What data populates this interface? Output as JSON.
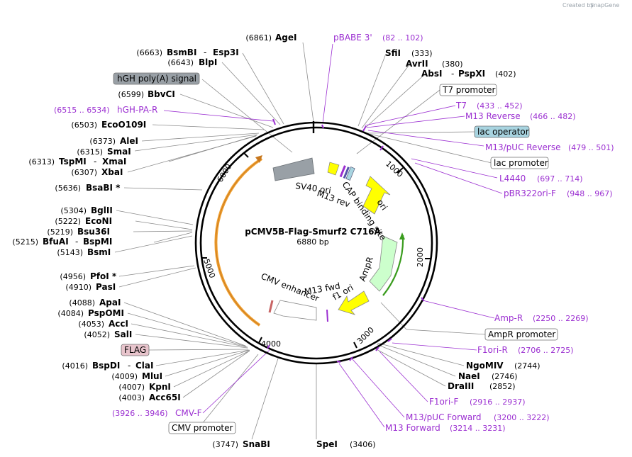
{
  "logo_text": "Created by",
  "logo_brand": "SnapGene",
  "plasmid": {
    "name": "pCMV5B-Flag-Smurf2 C716A",
    "size": "6880 bp"
  },
  "ticks": [
    "1000",
    "2000",
    "3000",
    "4000",
    "5000",
    "6000"
  ],
  "features": {
    "sv40_ori": "SV40 ori",
    "m13_rev": "M13 rev",
    "cap": "CAP binding site",
    "ori": "ori",
    "ampr": "AmpR",
    "f1_ori": "f1 ori",
    "m13_fwd": "M13 fwd",
    "cmv_enhancer": "CMV enhancer"
  },
  "left_sites": [
    {
      "pos": "(6861)",
      "name": "AgeI"
    },
    {
      "pos": "(6663)",
      "name": "BsmBI",
      "name2": "Esp3I"
    },
    {
      "pos": "(6643)",
      "name": "BlpI"
    },
    {
      "pos": "(6599)",
      "name": "BbvCI"
    },
    {
      "pos": "(6503)",
      "name": "EcoO109I"
    },
    {
      "pos": "(6373)",
      "name": "AleI"
    },
    {
      "pos": "(6315)",
      "name": "SmaI"
    },
    {
      "pos": "(6313)",
      "name": "TspMI",
      "name2": "XmaI"
    },
    {
      "pos": "(6307)",
      "name": "XbaI"
    },
    {
      "pos": "(5636)",
      "name": "BsaBI *"
    },
    {
      "pos": "(5304)",
      "name": "BglII"
    },
    {
      "pos": "(5222)",
      "name": "EcoNI"
    },
    {
      "pos": "(5219)",
      "name": "Bsu36I"
    },
    {
      "pos": "(5215)",
      "name": "BfuAI",
      "name2": "BspMI"
    },
    {
      "pos": "(5143)",
      "name": "BsmI"
    },
    {
      "pos": "(4956)",
      "name": "PfoI *"
    },
    {
      "pos": "(4910)",
      "name": "PasI"
    },
    {
      "pos": "(4088)",
      "name": "ApaI"
    },
    {
      "pos": "(4084)",
      "name": "PspOMI"
    },
    {
      "pos": "(4053)",
      "name": "AccI"
    },
    {
      "pos": "(4052)",
      "name": "SalI"
    },
    {
      "pos": "(4016)",
      "name": "BspDI",
      "name2": "ClaI"
    },
    {
      "pos": "(4009)",
      "name": "MluI"
    },
    {
      "pos": "(4007)",
      "name": "KpnI"
    },
    {
      "pos": "(4003)",
      "name": "Acc65I"
    },
    {
      "pos": "(3747)",
      "name": "SnaBI"
    }
  ],
  "right_sites": [
    {
      "name": "SfiI",
      "pos": "(333)"
    },
    {
      "name": "AvrII",
      "pos": "(380)"
    },
    {
      "name": "AbsI",
      "name2": "PspXI",
      "pos": "(402)"
    },
    {
      "name": "NgoMIV",
      "pos": "(2744)"
    },
    {
      "name": "NaeI",
      "pos": "(2746)"
    },
    {
      "name": "DraIII",
      "pos": "(2852)"
    },
    {
      "name": "SpeI",
      "pos": "(3406)"
    }
  ],
  "boxed": {
    "hgh_polya": "hGH poly(A) signal",
    "t7_promoter": "T7 promoter",
    "lac_operator": "lac operator",
    "lac_promoter": "lac promoter",
    "ampr_promoter": "AmpR promoter",
    "flag": "FLAG",
    "cmv_promoter": "CMV promoter"
  },
  "primers": {
    "pbabe3": {
      "name": "pBABE 3'",
      "range": "(82 .. 102)"
    },
    "hgh_pa_r": {
      "name": "hGH-PA-R",
      "range": "(6515 .. 6534)"
    },
    "t7": {
      "name": "T7",
      "range": "(433 .. 452)"
    },
    "m13_reverse": {
      "name": "M13 Reverse",
      "range": "(466 .. 482)"
    },
    "m13_puc_reverse": {
      "name": "M13/pUC Reverse",
      "range": "(479 .. 501)"
    },
    "l4440": {
      "name": "L4440",
      "range": "(697 .. 714)"
    },
    "pbr322ori_f": {
      "name": "pBR322ori-F",
      "range": "(948 .. 967)"
    },
    "amp_r": {
      "name": "Amp-R",
      "range": "(2250 .. 2269)"
    },
    "f1ori_r": {
      "name": "F1ori-R",
      "range": "(2706 .. 2725)"
    },
    "f1ori_f": {
      "name": "F1ori-F",
      "range": "(2916 .. 2937)"
    },
    "m13_puc_forward": {
      "name": "M13/pUC Forward",
      "range": "(3200 .. 3222)"
    },
    "m13_forward": {
      "name": "M13 Forward",
      "range": "(3214 .. 3231)"
    },
    "cmv_f": {
      "name": "CMV-F",
      "range": "(3926 .. 3946)"
    }
  },
  "colors": {
    "backbone": "#000000",
    "primer": "#9b2fd1",
    "insert_arc": "#f0a030",
    "ori": "#ffff00",
    "ampr": "#ccffcc",
    "sv40": "#99a0a6",
    "lac_operator": "#a8d4e0",
    "flag": "#e8c4cc"
  }
}
